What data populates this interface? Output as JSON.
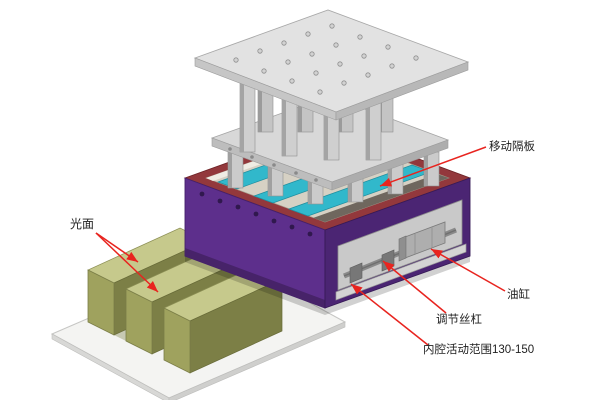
{
  "diagram": {
    "background_color": "#ffffff",
    "annotation_color": "#e8241f",
    "labels": {
      "smooth_surface": "光面",
      "movable_partition": "移动隔板",
      "oil_cylinder": "油缸",
      "adjusting_screw": "调节丝杠",
      "cavity_travel_range": "内腔活动范围130-150"
    },
    "colors": {
      "press_plate": "#e2e2e2",
      "columns": "#cbcbcb",
      "box_body": "#5d2f8c",
      "box_rim": "#93383c",
      "partitions": "#31b8cb",
      "mechanism_panel": "#c9c9c9",
      "product_blocks": "#9fa25e",
      "base_plate": "#f4f4f2"
    }
  }
}
